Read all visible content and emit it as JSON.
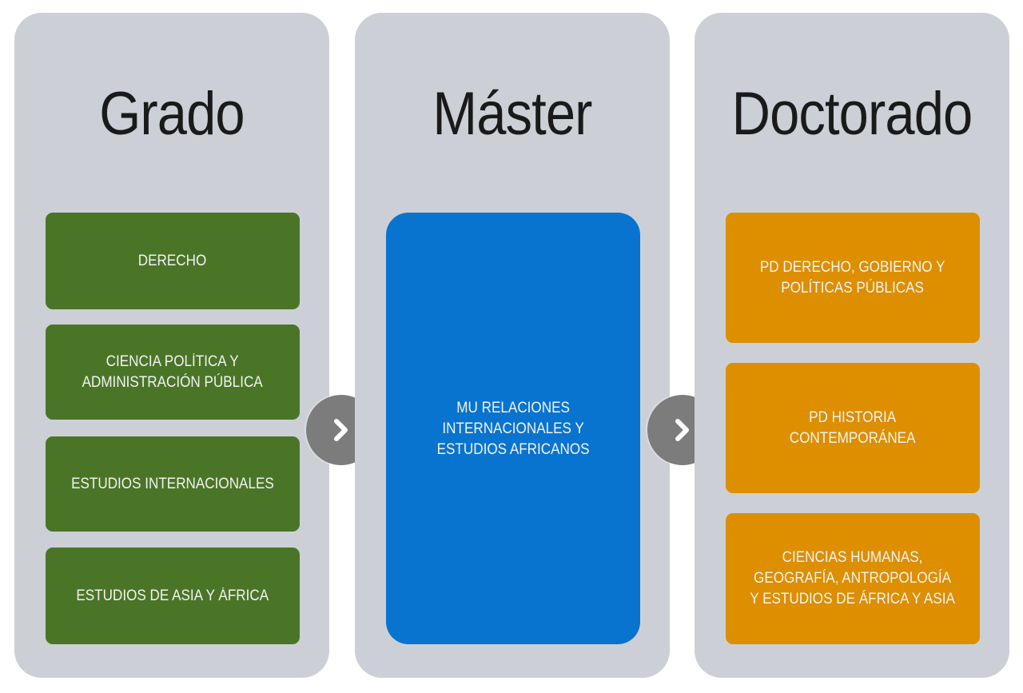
{
  "columns": {
    "grado": {
      "title": "Grado",
      "items": [
        "DERECHO",
        "CIENCIA POLÍTICA Y\nADMINISTRACIÓN PÚBLICA",
        "ESTUDIOS INTERNACIONALES",
        "ESTUDIOS DE ASIA Y ÁFRICA"
      ]
    },
    "master": {
      "title": "Máster",
      "items": [
        "MU RELACIONES\nINTERNACIONALES Y\nESTUDIOS AFRICANOS"
      ]
    },
    "doctorado": {
      "title": "Doctorado",
      "items": [
        "PD DERECHO, GOBIERNO Y\nPOLÍTICAS PÚBLICAS",
        "PD HISTORIA\nCONTEMPORÁNEA",
        "CIENCIAS HUMANAS,\nGEOGRAFÍA, ANTROPOLOGÍA\nY ESTUDIOS DE ÁFRICA Y ASIA"
      ]
    }
  },
  "arrows": [
    {
      "icon": "chevron-right-icon"
    },
    {
      "icon": "chevron-right-icon"
    }
  ],
  "colors": {
    "panel": "#ccd0d6",
    "grado_box": "#4a7527",
    "master_box": "#0874cf",
    "doctorado_box": "#dd8f00",
    "arrow_circle": "#7c7c7c"
  }
}
